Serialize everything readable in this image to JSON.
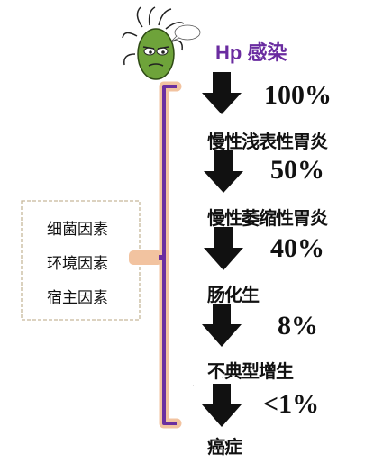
{
  "title": "Hp 感染",
  "bubble_text": "",
  "stages": [
    {
      "label": "慢性浅表性胃炎",
      "rate": "100%"
    },
    {
      "label": "慢性萎缩性胃炎",
      "rate": "50%"
    },
    {
      "label": "肠化生",
      "rate": "40%"
    },
    {
      "label": "不典型增生",
      "rate": "8%"
    },
    {
      "label": "癌症",
      "rate": "<1%"
    }
  ],
  "factors": [
    "细菌因素",
    "环境因素",
    "宿主因素"
  ],
  "colors": {
    "title": "#6a2ca0",
    "bracket": "#6b2fa0",
    "bracket_glow": "#f2c3a0",
    "germ_body": "#6ea33a",
    "arrow": "#111111"
  },
  "icons": {
    "germ": "bacteria-cartoon-icon",
    "arrow": "down-arrow-icon"
  }
}
